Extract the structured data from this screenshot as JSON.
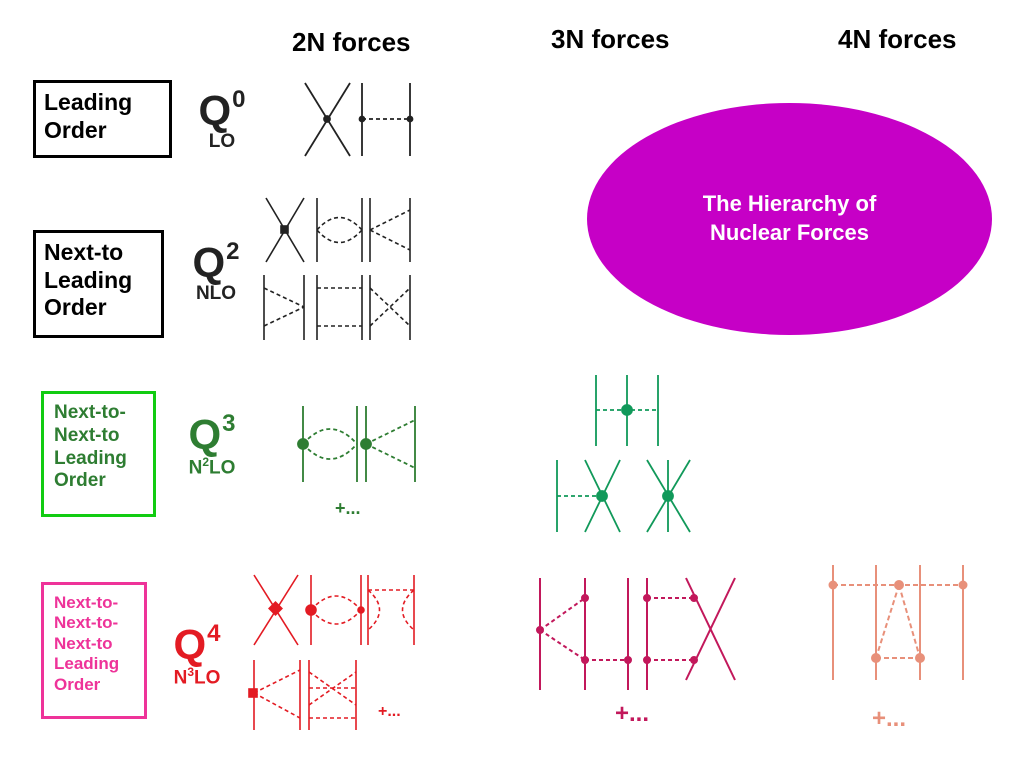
{
  "columns": {
    "two_n": "2N forces",
    "three_n": "3N forces",
    "four_n": "4N forces"
  },
  "colors": {
    "lo": "#000000",
    "nlo": "#000000",
    "n2lo": "#2e7d32",
    "n2lo_box": "#11cc11",
    "n3lo": "#e31b23",
    "n3lo_box": "#ee3399",
    "n3lo_3n": "#c2185b",
    "n3lo_4n": "#e8907a",
    "ellipse": "#c600c6"
  },
  "orders": [
    {
      "box": [
        "Leading",
        "Order"
      ],
      "q": "Q",
      "power": "0",
      "abbr_main": "LO",
      "abbr_sup": "",
      "abbr_tail": ""
    },
    {
      "box": [
        "Next-to",
        "Leading",
        "Order"
      ],
      "q": "Q",
      "power": "2",
      "abbr_main": "NLO",
      "abbr_sup": "",
      "abbr_tail": ""
    },
    {
      "box": [
        "Next-to-",
        "Next-to",
        "Leading",
        "Order"
      ],
      "q": "Q",
      "power": "3",
      "abbr_main": "N",
      "abbr_sup": "2",
      "abbr_tail": "LO"
    },
    {
      "box": [
        "Next-to-",
        "Next-to-",
        "Next-to",
        "Leading",
        "Order"
      ],
      "q": "Q",
      "power": "4",
      "abbr_main": "N",
      "abbr_sup": "3",
      "abbr_tail": "LO"
    }
  ],
  "ellipse": {
    "line1": "The Hierarchy of",
    "line2": "Nuclear Forces"
  },
  "more": "+..."
}
